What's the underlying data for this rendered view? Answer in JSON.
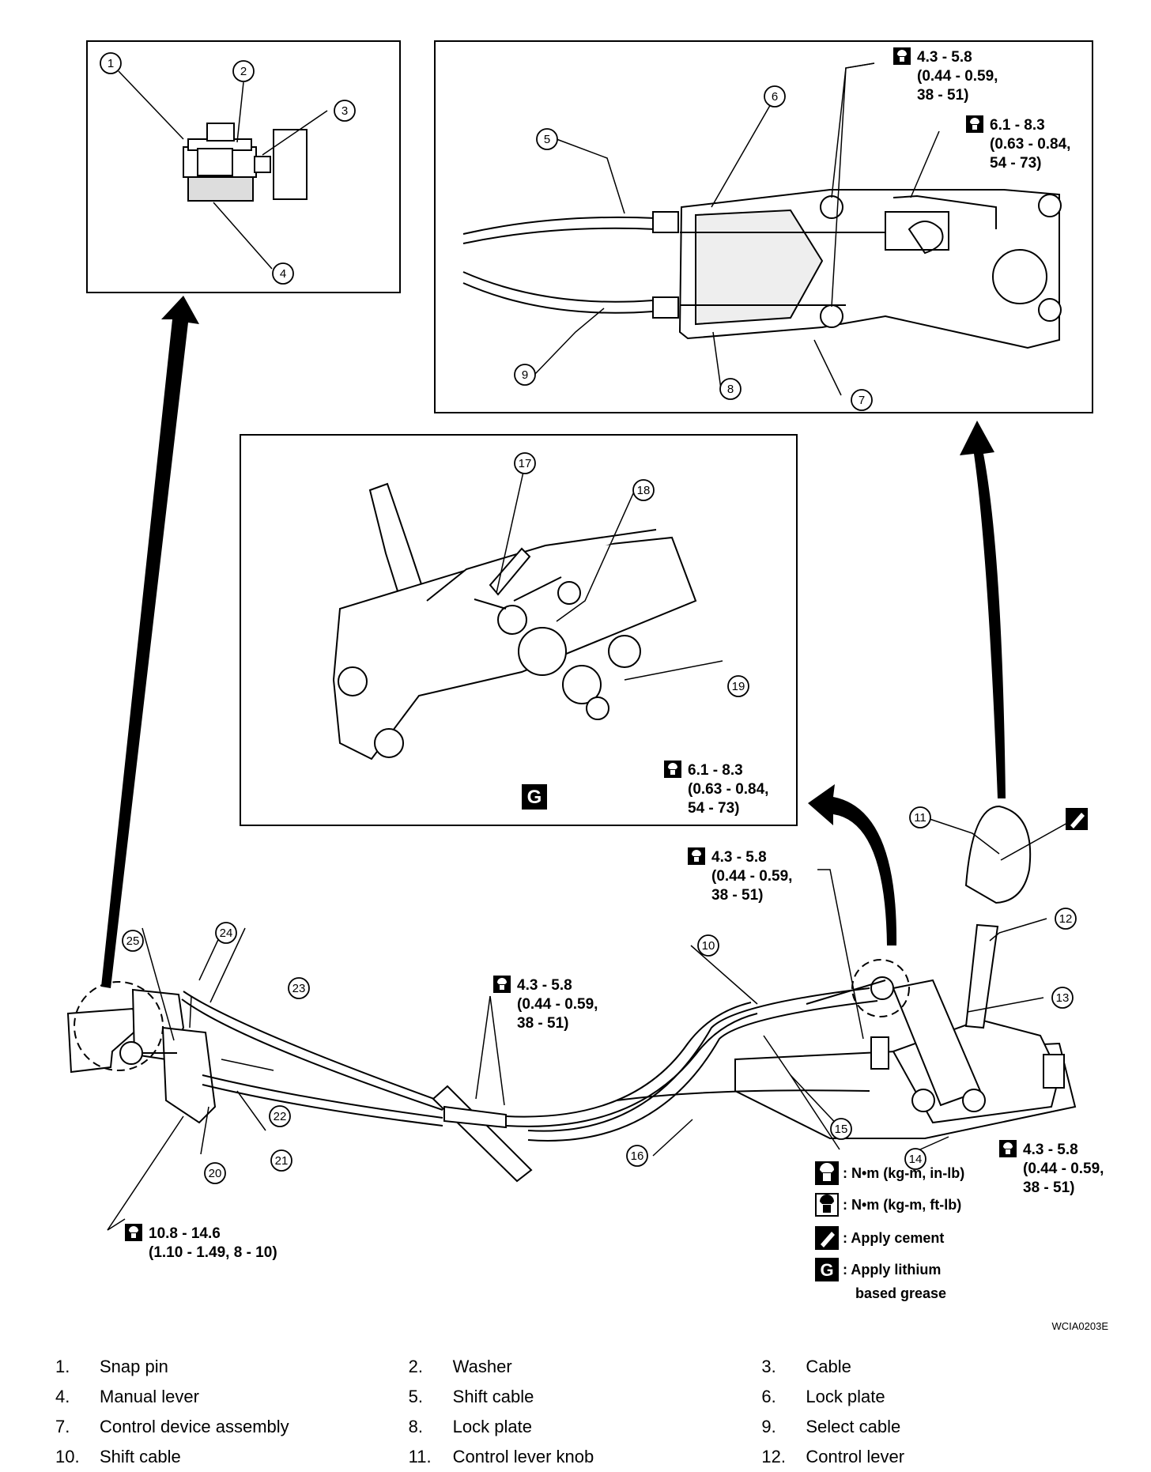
{
  "callouts": [
    "1",
    "2",
    "3",
    "4",
    "5",
    "6",
    "7",
    "8",
    "9",
    "10",
    "11",
    "12",
    "13",
    "14",
    "15",
    "16",
    "17",
    "18",
    "19",
    "20",
    "21",
    "22",
    "23",
    "24",
    "25"
  ],
  "torque_specs": [
    {
      "id": "t1",
      "lines": [
        "4.3 - 5.8",
        "(0.44 - 0.59,",
        "38 - 51)"
      ]
    },
    {
      "id": "t2",
      "lines": [
        "6.1 - 8.3",
        "(0.63 - 0.84,",
        "54 - 73)"
      ]
    },
    {
      "id": "t3",
      "lines": [
        "6.1 - 8.3",
        "(0.63 - 0.84,",
        "54 - 73)"
      ]
    },
    {
      "id": "t4",
      "lines": [
        "4.3 - 5.8",
        "(0.44 - 0.59,",
        "38 - 51)"
      ]
    },
    {
      "id": "t5",
      "lines": [
        "4.3 - 5.8",
        "(0.44 - 0.59,",
        "38 - 51)"
      ]
    },
    {
      "id": "t6",
      "lines": [
        "4.3 - 5.8",
        "(0.44 - 0.59,",
        "38 - 51)"
      ]
    },
    {
      "id": "t7",
      "lines": [
        "10.8 - 14.6",
        "(1.10 - 1.49, 8 - 10)"
      ]
    }
  ],
  "grease_symbol": "G",
  "legend": [
    {
      "icon": "torque-inlb-icon",
      "text": ": N•m (kg-m, in-lb)"
    },
    {
      "icon": "torque-ftlb-icon",
      "text": ": N•m (kg-m, ft-lb)"
    },
    {
      "icon": "cement-icon",
      "text": ": Apply cement"
    },
    {
      "icon": "grease-icon",
      "text": ": Apply lithium"
    }
  ],
  "legend_grease_line2": "based grease",
  "figure_code": "WCIA0203E",
  "parts": [
    {
      "num": "1.",
      "name": "Snap pin"
    },
    {
      "num": "2.",
      "name": "Washer"
    },
    {
      "num": "3.",
      "name": "Cable"
    },
    {
      "num": "4.",
      "name": "Manual lever"
    },
    {
      "num": "5.",
      "name": "Shift cable"
    },
    {
      "num": "6.",
      "name": "Lock plate"
    },
    {
      "num": "7.",
      "name": "Control device assembly"
    },
    {
      "num": "8.",
      "name": "Lock plate"
    },
    {
      "num": "9.",
      "name": "Select cable"
    },
    {
      "num": "10.",
      "name": "Shift cable"
    },
    {
      "num": "11.",
      "name": "Control lever knob"
    },
    {
      "num": "12.",
      "name": "Control lever"
    }
  ]
}
